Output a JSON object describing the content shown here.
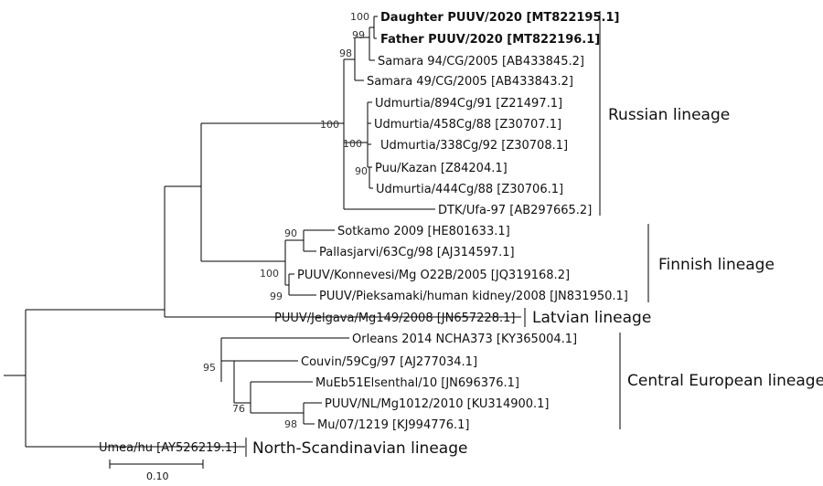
{
  "leaves": [
    {
      "id": "daughter",
      "label": "Daughter PUUV/2020 [MT822195.1]",
      "bold": true
    },
    {
      "id": "father",
      "label": "Father PUUV/2020 [MT822196.1]",
      "bold": true
    },
    {
      "id": "samara94",
      "label": "Samara 94/CG/2005 [AB433845.2]"
    },
    {
      "id": "samara49",
      "label": "Samara 49/CG/2005 [AB433843.2]"
    },
    {
      "id": "ud894",
      "label": "Udmurtia/894Cg/91 [Z21497.1]"
    },
    {
      "id": "ud458",
      "label": "Udmurtia/458Cg/88 [Z30707.1]"
    },
    {
      "id": "ud338",
      "label": "Udmurtia/338Cg/92 [Z30708.1]"
    },
    {
      "id": "kazan",
      "label": "Puu/Kazan [Z84204.1]"
    },
    {
      "id": "ud444",
      "label": "Udmurtia/444Cg/88 [Z30706.1]"
    },
    {
      "id": "dtk",
      "label": "DTK/Ufa-97 [AB297665.2]"
    },
    {
      "id": "sotkamo",
      "label": "Sotkamo 2009 [HE801633.1]"
    },
    {
      "id": "pallas",
      "label": "Pallasjarvi/63Cg/98 [AJ314597.1]"
    },
    {
      "id": "konnevesi",
      "label": "PUUV/Konnevesi/Mg O22B/2005 [JQ319168.2]"
    },
    {
      "id": "pieksamaki",
      "label": "PUUV/Pieksamaki/human kidney/2008 [JN831950.1]"
    },
    {
      "id": "jelgava",
      "label": "PUUV/Jelgava/Mg149/2008 [JN657228.1]"
    },
    {
      "id": "orleans",
      "label": "Orleans 2014 NCHA373 [KY365004.1]"
    },
    {
      "id": "couvin",
      "label": "Couvin/59Cg/97 [AJ277034.1]"
    },
    {
      "id": "mueb",
      "label": "MuEb51Elsenthal/10 [JN696376.1]"
    },
    {
      "id": "nl",
      "label": "PUUV/NL/Mg1012/2010 [KU314900.1]"
    },
    {
      "id": "mu07",
      "label": "Mu/07/1219 [KJ994776.1]"
    },
    {
      "id": "umea",
      "label": "Umea/hu [AY526219.1]"
    }
  ],
  "bootstrap": {
    "dau_fat": "100",
    "dau_fat_s94": "99",
    "samara_group": "98",
    "russian": "100",
    "udmurtia_kazan": "100",
    "kazan_444": "90",
    "sot_pal": "90",
    "finnish": "100",
    "kon_pie": "99",
    "central": "95",
    "mueb_group": "76",
    "nl_mu07": "98"
  },
  "lineages": [
    {
      "id": "russian",
      "label": "Russian lineage"
    },
    {
      "id": "finnish",
      "label": "Finnish lineage"
    },
    {
      "id": "latvian",
      "label": "Latvian lineage"
    },
    {
      "id": "central",
      "label": "Central European lineage"
    },
    {
      "id": "nscand",
      "label": "North-Scandinavian lineage"
    }
  ],
  "scale_bar": {
    "label": "0.10"
  }
}
